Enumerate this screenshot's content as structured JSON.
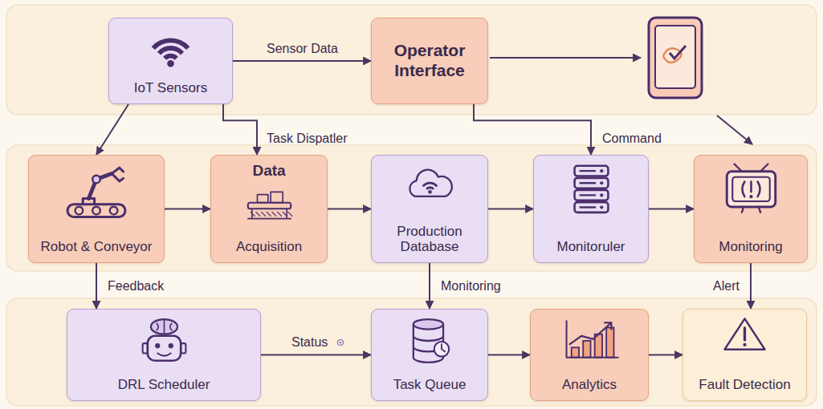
{
  "diagram": {
    "nodes": [
      {
        "text": [
          "IoT Sensors"
        ]
      },
      {
        "text": [
          "Operator Interface"
        ]
      },
      {
        "text": [
          "Robot & Conveyor"
        ]
      },
      {
        "text": [
          "Data",
          "Acquisition"
        ]
      },
      {
        "text": [
          "Production Database"
        ]
      },
      {
        "text": [
          "Monitoruler"
        ]
      },
      {
        "text": [
          "Monitoring"
        ]
      },
      {
        "text": [
          "DRL Scheduler"
        ]
      },
      {
        "text": [
          "Task Queue"
        ]
      },
      {
        "text": [
          "Analytics"
        ]
      },
      {
        "text": [
          "Fault Detection"
        ]
      }
    ],
    "edges": [
      {
        "from": 0,
        "to": 1,
        "label": "Sensor Data",
        "arrow": "to"
      },
      {
        "from": 0,
        "to": 2,
        "arrow": "to"
      },
      {
        "from": 0,
        "to": 3,
        "label": "Task Dispatler",
        "arrow": "to"
      },
      {
        "from": 1,
        "to": 5,
        "label": "Command",
        "arrow": "to"
      },
      {
        "from": 2,
        "to": 3,
        "arrow": "to"
      },
      {
        "from": 3,
        "to": 4,
        "arrow": "to"
      },
      {
        "from": 4,
        "to": 5,
        "arrow": "to"
      },
      {
        "from": 5,
        "to": 6,
        "arrow": "to"
      },
      {
        "from": 2,
        "to": 7,
        "label": "Feedback",
        "arrow": "to"
      },
      {
        "from": 4,
        "to": 8,
        "label": "Monitoring",
        "arrow": "to"
      },
      {
        "from": 6,
        "to": 10,
        "label": "Alert",
        "arrow": "to"
      },
      {
        "from": 7,
        "to": 8,
        "label": "Status",
        "arrow": "to"
      },
      {
        "from": 8,
        "to": 9,
        "arrow": "to"
      },
      {
        "from": 9,
        "to": 10,
        "arrow": "to"
      }
    ]
  }
}
